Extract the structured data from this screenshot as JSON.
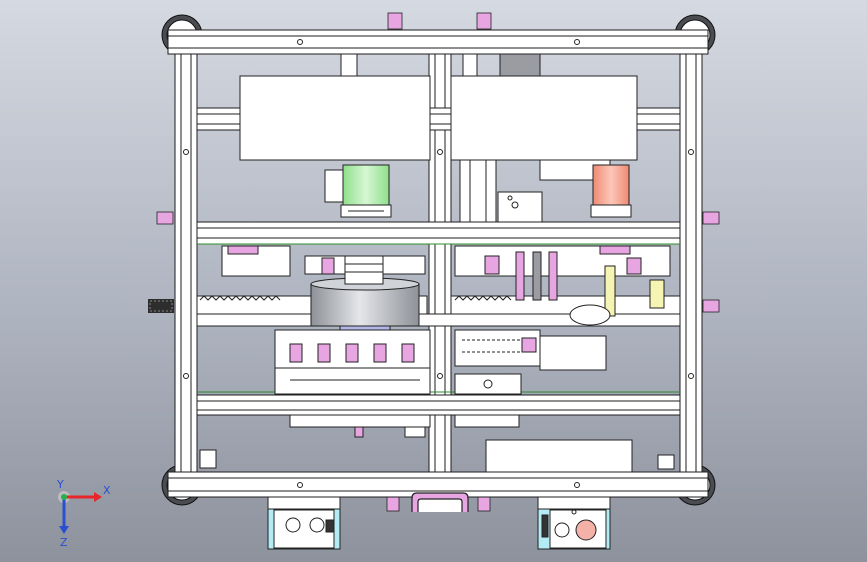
{
  "triad": {
    "x_label": "X",
    "y_label": "Y",
    "z_label": "Z",
    "x_color": "#e8262a",
    "y_color": "#22b24c",
    "z_color": "#2a4fd0"
  },
  "colors": {
    "frame_fill": "#ffffff",
    "frame_line": "#1e1e1e",
    "green_cylinder": "#b6f0b2",
    "pink_cylinder": "#f8a794",
    "magenta_parts": "#e7a6e2",
    "cyan_box": "#b4ecf6",
    "yellow_rod": "#f6f4b2",
    "guide_line": "#2e8b2e",
    "disc_grey": "#b5b8bd",
    "dark_block": "#9a9ca2"
  },
  "icons": [
    "corner-wheel-icon",
    "mount-tab-icon",
    "bolt-icon",
    "handle-icon",
    "push-button-icon"
  ]
}
